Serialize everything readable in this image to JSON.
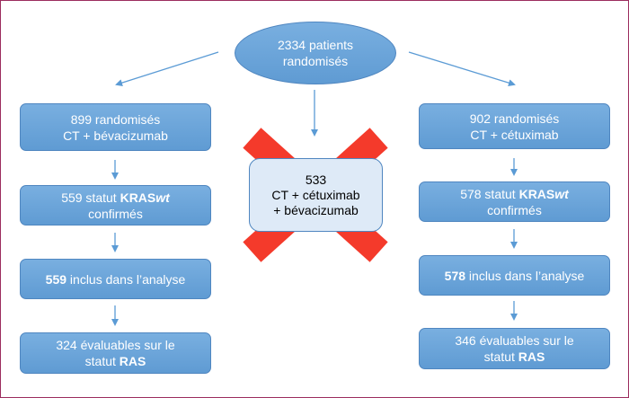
{
  "top": {
    "line1": "2334 patients",
    "line2": "randomisés"
  },
  "left_branch": {
    "box1": {
      "line1": "899 randomisés",
      "line2": "CT + bévacizumab"
    },
    "box2": {
      "pre": "559 statut ",
      "kras": "KRAS",
      "wt": "wt",
      "line2": "confirmés"
    },
    "box3": {
      "num": "559",
      "rest": " inclus dans l’analyse"
    },
    "box4": {
      "line1": "324 évaluables sur le",
      "pre": "statut ",
      "ras": "RAS"
    }
  },
  "middle": {
    "line1": "533",
    "line2": "CT + cétuximab",
    "line3": "+ bévacizumab",
    "crossed_out": true
  },
  "right_branch": {
    "box1": {
      "line1": "902 randomisés",
      "line2": "CT + cétuximab"
    },
    "box2": {
      "pre": "578 statut ",
      "kras": "KRAS",
      "wt": "wt",
      "line2": "confirmés"
    },
    "box3": {
      "num": "578",
      "rest": " inclus dans l’analyse"
    },
    "box4": {
      "line1": "346 évaluables sur le",
      "pre": "statut ",
      "ras": "RAS"
    }
  },
  "colors": {
    "box_fill": "#6fa8dc",
    "box_border": "#4f86c0",
    "arrow": "#5b9bd5",
    "cross": "#f43a2b",
    "frame": "#9b2d5e",
    "center_fill": "#deeaf7"
  }
}
